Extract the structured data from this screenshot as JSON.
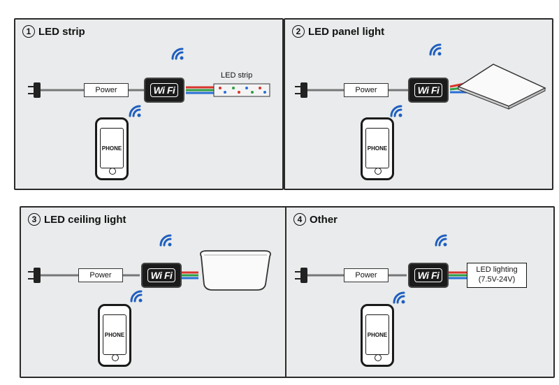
{
  "panels": [
    {
      "number": "1",
      "title": "LED strip",
      "power": "Power",
      "wifi": "Wi Fi",
      "phone": "PHONE",
      "device_label": "LED strip"
    },
    {
      "number": "2",
      "title": "LED panel light",
      "power": "Power",
      "wifi": "Wi Fi",
      "phone": "PHONE"
    },
    {
      "number": "3",
      "title": "LED ceiling light",
      "power": "Power",
      "wifi": "Wi Fi",
      "phone": "PHONE"
    },
    {
      "number": "4",
      "title": "Other",
      "power": "Power",
      "wifi": "Wi Fi",
      "phone": "PHONE",
      "device_label": "LED lighting",
      "device_spec": "(7.5V-24V)"
    }
  ],
  "colors": {
    "panel_bg": "#e9ebec",
    "wifi_icon": "#1f5fbf",
    "wire_red": "#d8342c",
    "wire_green": "#2f9e44",
    "wire_blue": "#2a6fd6"
  }
}
